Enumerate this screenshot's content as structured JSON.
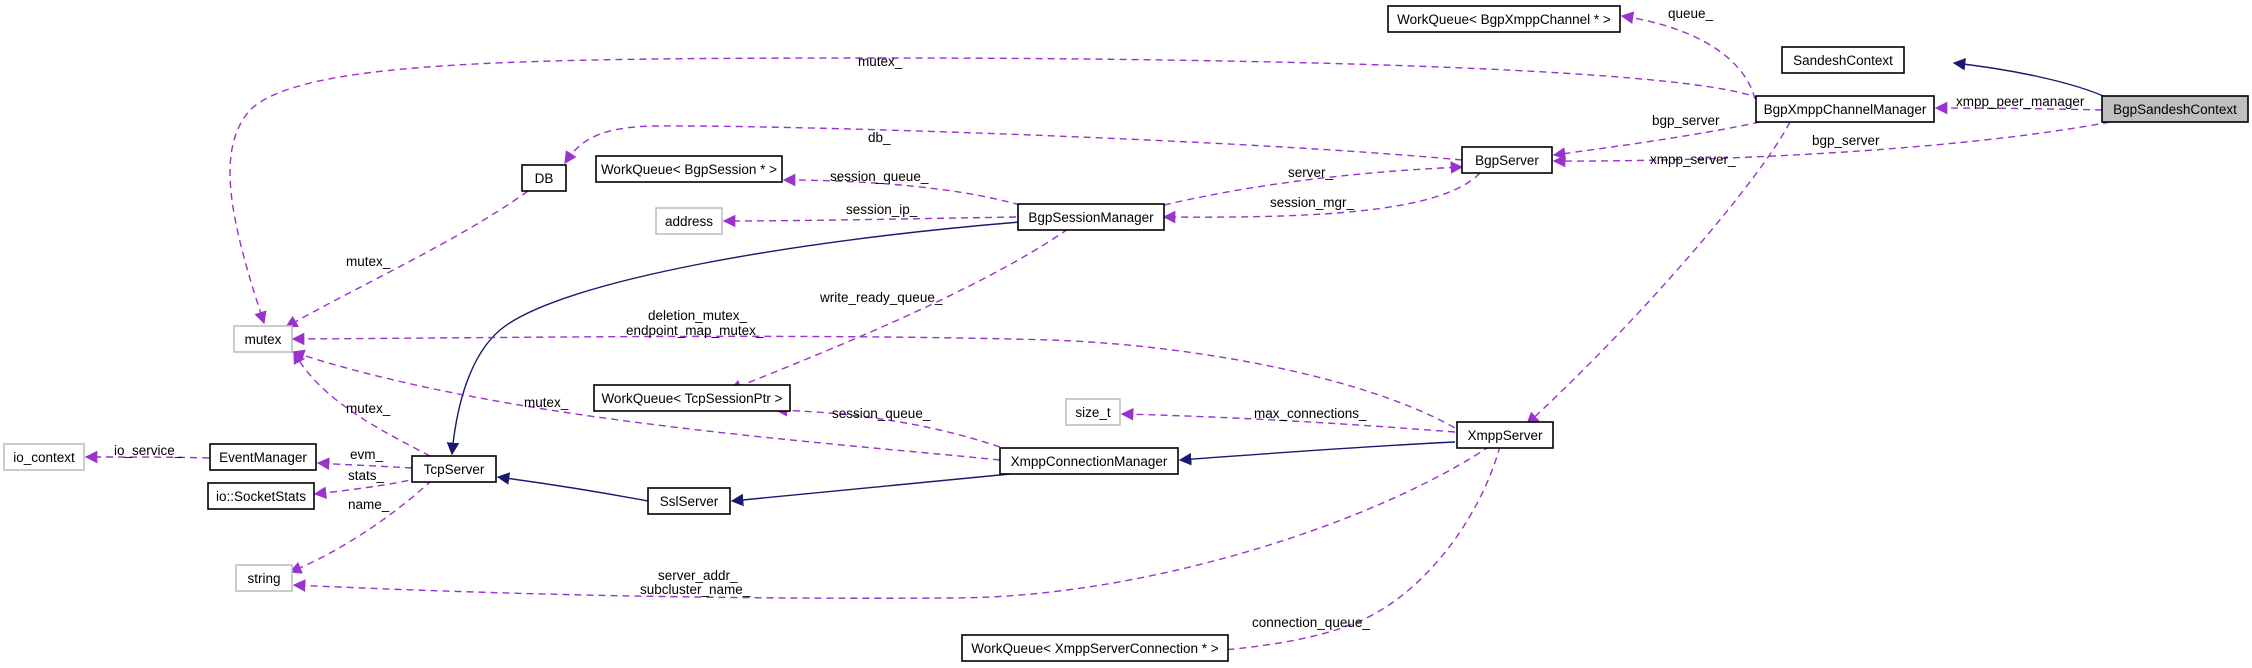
{
  "colors": {
    "association": "#9a32cd",
    "inheritance": "#191970",
    "focus_fill": "#bfbfbf",
    "external_border": "#bfbfbf"
  },
  "nodes": {
    "bgpsandeshcontext": "BgpSandeshContext",
    "sandeshcontext": "SandeshContext",
    "bgpxmppchannelmanager": "BgpXmppChannelManager",
    "workqueue_bgpxmppchannel": "WorkQueue< BgpXmppChannel * >",
    "bgpserver": "BgpServer",
    "db": "DB",
    "workqueue_bgpsession": "WorkQueue< BgpSession * >",
    "address": "address",
    "bgpsessionmanager": "BgpSessionManager",
    "mutex": "mutex",
    "workqueue_tcpsessionptr": "WorkQueue< TcpSessionPtr >",
    "size_t": "size_t",
    "xmppserver": "XmppServer",
    "io_context": "io_context",
    "eventmanager": "EventManager",
    "tcpserver": "TcpServer",
    "xmppconnectionmanager": "XmppConnectionManager",
    "sslserver": "SslServer",
    "socketstats": "io::SocketStats",
    "string": "string",
    "workqueue_xmppserverconnection": "WorkQueue< XmppServerConnection * >"
  },
  "edge_labels": {
    "queue": "queue_",
    "mutex_top": "mutex_",
    "xmpp_peer_manager": "xmpp_peer_manager",
    "bgp_server_a": "bgp_server",
    "bgp_server_b": "bgp_server",
    "db": "db_",
    "xmpp_server": "xmpp_server_",
    "session_queue_a": "session_queue_",
    "server": "server_",
    "session_ip": "session_ip_",
    "session_mgr": "session_mgr_",
    "mutex_db": "mutex_",
    "write_ready_queue": "write_ready_queue_",
    "deletion_mutex": "deletion_mutex_",
    "endpoint_map_mutex": "endpoint_map_mutex_",
    "mutex_conn": "mutex_",
    "mutex_tcp": "mutex_",
    "session_queue_b": "session_queue_",
    "max_connections": "max_connections_",
    "io_service": "io_service_",
    "evm": "evm_",
    "stats": "stats_",
    "name": "name_",
    "server_addr": "server_addr_",
    "subcluster_name": "subcluster_name_",
    "connection_queue": "connection_queue_"
  }
}
